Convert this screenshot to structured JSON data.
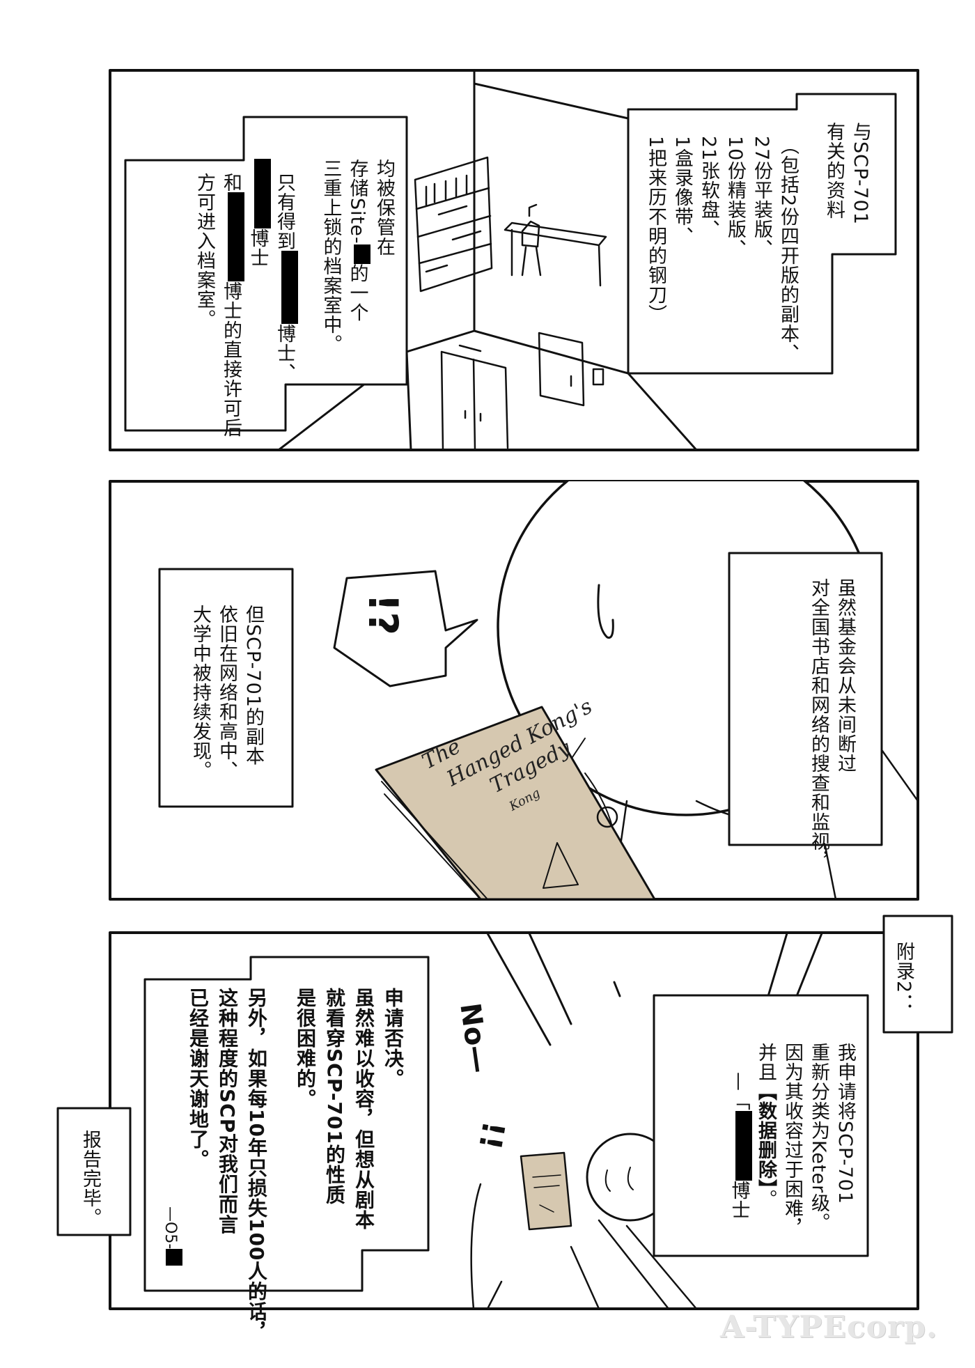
{
  "panel1": {
    "left_caption": {
      "lines_a": [
        "均被保管在",
        "存储Site-",
        "的一个",
        "三重上锁的档案室中。"
      ],
      "lines_b": [
        "只有得到",
        "博士、",
        "博士",
        "和",
        "博士的直接许可后",
        "方可进入档案室。"
      ]
    },
    "right_caption": {
      "title_lines": [
        "与SCP-701",
        "有关的资料"
      ],
      "list_lines": [
        "（包括2份四开版的副本、",
        "27份平装版、",
        "10份精装版、",
        "21张软盘、",
        "1盒录像带、",
        "1把来历不明的钢刀）"
      ]
    }
  },
  "panel2": {
    "right_caption": [
      "虽然基金会从未间断过",
      "对全国书店和网络的搜查和监视，"
    ],
    "left_caption": [
      "但SCP-701的副本",
      "依旧在网络和高中、",
      "大学中被持续发现。"
    ],
    "bubble_text": "!?",
    "book": {
      "title_lines": [
        "The",
        "Hanged Kong's",
        "Tragedy"
      ],
      "author": "Kong"
    },
    "book_color": "#d6c8b0"
  },
  "panel3": {
    "appendix_label": "附录2：",
    "request_lines": [
      "我申请将SCP-701",
      "重新分类为Keter级。",
      "因为其收容过于困难，",
      "并且",
      "【数据删除】",
      "。"
    ],
    "request_signature": {
      "prefix": "—「",
      "suffix": "博士"
    },
    "reply_lines_a": [
      "申请否决。",
      "虽然难以收容，但想从剧本",
      "就看穿SCP-701的性质",
      "是很困难的。"
    ],
    "reply_lines_b": [
      "另外，如果每10年只损失100人的话，",
      "这种程度的SCP对我们而言",
      "已经是谢天谢地了。"
    ],
    "reply_signature": "—O5-",
    "sfx_no": "No—",
    "sfx_bang": "!!",
    "end_caption": "报告完毕。"
  },
  "watermark": "A-TYPEcorp."
}
